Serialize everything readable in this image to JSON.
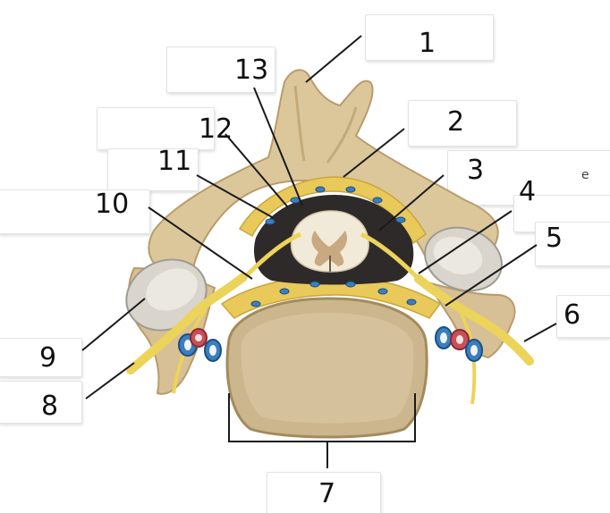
{
  "labels": [
    "1",
    "2",
    "3",
    "4",
    "5",
    "6",
    "7",
    "8",
    "9",
    "10",
    "11",
    "12",
    "13"
  ],
  "partial_text": "e",
  "colors": {
    "bone": "#dcc79b",
    "bone_shadow": "#b89c6a",
    "vertebral_body": "#cbb68e",
    "nerve": "#ecd35a",
    "fat": "#e9c95a",
    "spinal_cord": "#f2ead8",
    "grey_matter": "#c8a982",
    "artery": "#c8505a",
    "vein": "#3a7fc0",
    "leader_line": "#1a1a1a"
  }
}
